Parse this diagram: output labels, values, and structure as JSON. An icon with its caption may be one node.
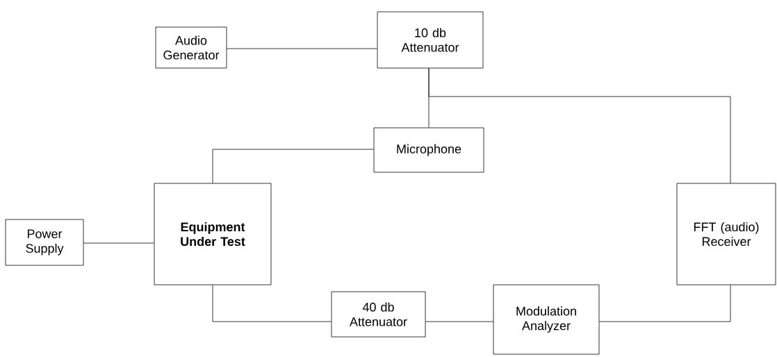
{
  "diagram": {
    "nodes": [
      {
        "text": [
          "Audio Generator"
        ]
      },
      {
        "text": [
          "10 db Attenuator"
        ]
      },
      {
        "text": [
          "Microphone"
        ]
      },
      {
        "text": [
          "Power Supply"
        ]
      },
      {
        "text": [
          "Equipment Under Test"
        ]
      },
      {
        "text": [
          "FFT (audio) Receiver"
        ]
      },
      {
        "text": [
          "40 db Attenuator"
        ]
      },
      {
        "text": [
          "Modulation Analyzer"
        ]
      }
    ],
    "edges": [
      {
        "from": 0,
        "to": 1,
        "arrow": "none"
      },
      {
        "from": 1,
        "to": 2,
        "arrow": "none"
      },
      {
        "from": 1,
        "to": 5,
        "arrow": "none"
      },
      {
        "from": 2,
        "to": 4,
        "arrow": "none"
      },
      {
        "from": 3,
        "to": 4,
        "arrow": "none"
      },
      {
        "from": 4,
        "to": 6,
        "arrow": "none"
      },
      {
        "from": 6,
        "to": 7,
        "arrow": "none"
      },
      {
        "from": 7,
        "to": 5,
        "arrow": "none"
      }
    ]
  }
}
